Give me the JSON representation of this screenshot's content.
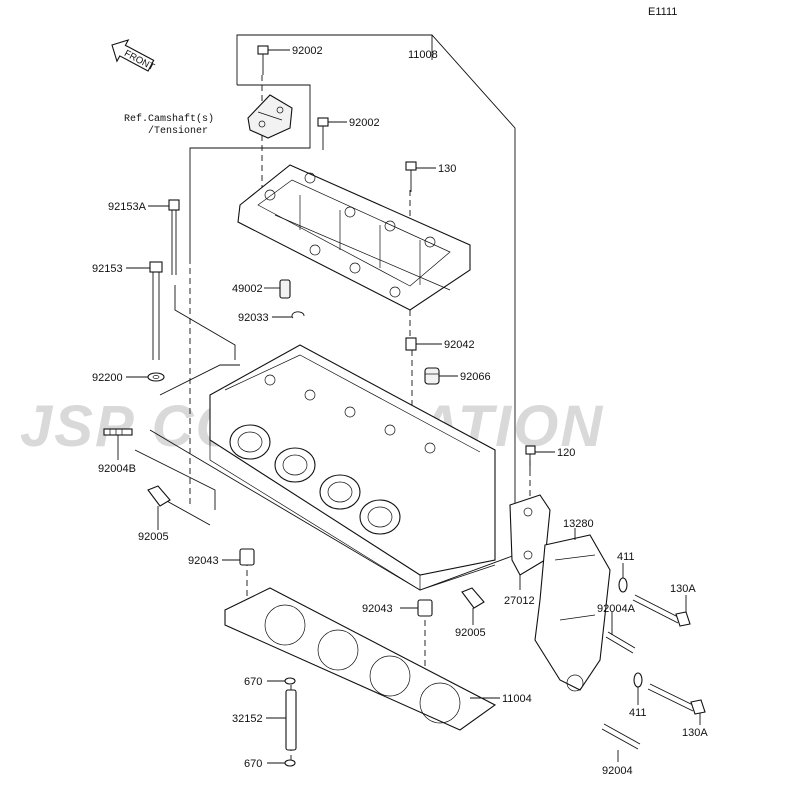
{
  "diagram_code": "E1111",
  "front_label": "FRONT",
  "watermark": "JSP CORPORATION",
  "reference_note": [
    "Ref.Camshaft(s)",
    "/Tensioner"
  ],
  "part_labels": {
    "p92002_top": "92002",
    "p11008": "11008",
    "p92002_mid": "92002",
    "p130": "130",
    "p92153A": "92153A",
    "p92153": "92153",
    "p49002": "49002",
    "p92033": "92033",
    "p92042": "92042",
    "p92200": "92200",
    "p92066": "92066",
    "p92004B": "92004B",
    "p120": "120",
    "p92005_left": "92005",
    "p13280": "13280",
    "p92043_left": "92043",
    "p411_top": "411",
    "p27012": "27012",
    "p130A_top": "130A",
    "p92043_right": "92043",
    "p92005_right": "92005",
    "p92004A": "92004A",
    "p670_top": "670",
    "p11004": "11004",
    "p32152": "32152",
    "p411_bottom": "411",
    "p130A_bottom": "130A",
    "p670_bottom": "670",
    "p92004": "92004"
  }
}
